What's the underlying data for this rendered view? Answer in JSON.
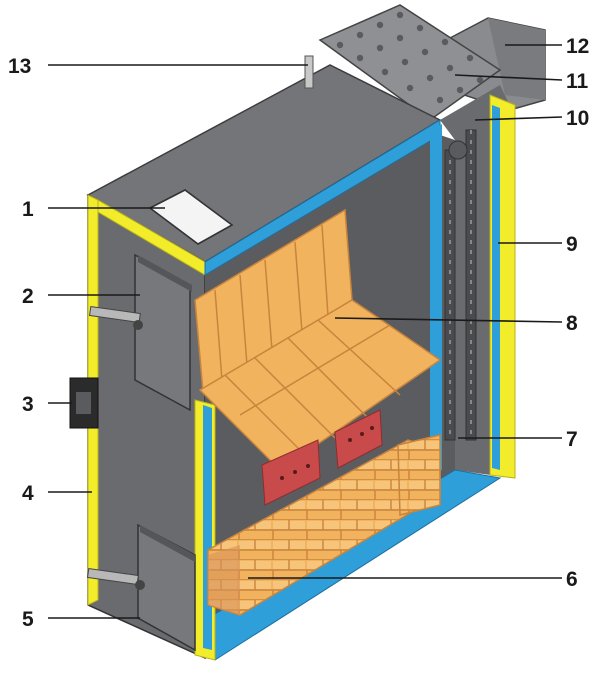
{
  "diagram": {
    "colors": {
      "casing": "#6e6f73",
      "casing_dark": "#55565a",
      "casing_light": "#8a8b8f",
      "insulation_outer": "#f2ec2a",
      "insulation_inner": "#2f9fd9",
      "firebrick": "#f1b35e",
      "firebrick_light": "#f6cf8a",
      "grate": "#c94a4a",
      "ash": "#9a6a5a"
    },
    "callouts": [
      {
        "id": "13",
        "label": "13"
      },
      {
        "id": "12",
        "label": "12"
      },
      {
        "id": "11",
        "label": "11"
      },
      {
        "id": "10",
        "label": "10"
      },
      {
        "id": "1",
        "label": "1"
      },
      {
        "id": "9",
        "label": "9"
      },
      {
        "id": "2",
        "label": "2"
      },
      {
        "id": "8",
        "label": "8"
      },
      {
        "id": "3",
        "label": "3"
      },
      {
        "id": "7",
        "label": "7"
      },
      {
        "id": "4",
        "label": "4"
      },
      {
        "id": "6",
        "label": "6"
      },
      {
        "id": "5",
        "label": "5"
      }
    ]
  }
}
